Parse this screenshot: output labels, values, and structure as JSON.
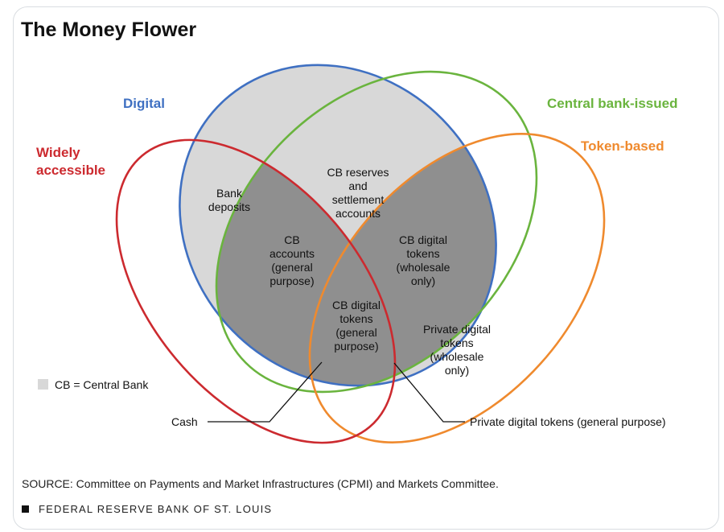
{
  "title": "The Money Flower",
  "colors": {
    "digital": "#3f70c2",
    "central_bank_issued": "#6ab43e",
    "token_based": "#ef8a2e",
    "widely_accessible": "#cc2a2f",
    "shade_light": "#d8d8d8",
    "shade_dark": "#8f8f8f"
  },
  "sets": {
    "digital": "Digital",
    "central_bank_issued": "Central bank-issued",
    "token_based": "Token-based",
    "widely_accessible_line1": "Widely",
    "widely_accessible_line2": "accessible"
  },
  "regions": {
    "bank_deposits": [
      "Bank",
      "deposits"
    ],
    "cb_reserves": [
      "CB reserves",
      "and",
      "settlement",
      "accounts"
    ],
    "cb_accounts": [
      "CB",
      "accounts",
      "(general",
      "purpose)"
    ],
    "cb_digital_tokens_wholesale": [
      "CB digital",
      "tokens",
      "(wholesale",
      "only)"
    ],
    "cb_digital_tokens_general": [
      "CB digital",
      "tokens",
      "(general",
      "purpose)"
    ],
    "private_digital_tokens_wholesale": [
      "Private digital",
      "tokens",
      "(wholesale",
      "only)"
    ]
  },
  "callouts": {
    "cash": "Cash",
    "private_general": "Private digital tokens (general purpose)"
  },
  "legend": {
    "cb": "CB = Central Bank"
  },
  "source": "SOURCE: Committee on Payments and Market Infrastructures (CPMI) and Markets Committee.",
  "footer": "FEDERAL RESERVE BANK OF ST. LOUIS"
}
